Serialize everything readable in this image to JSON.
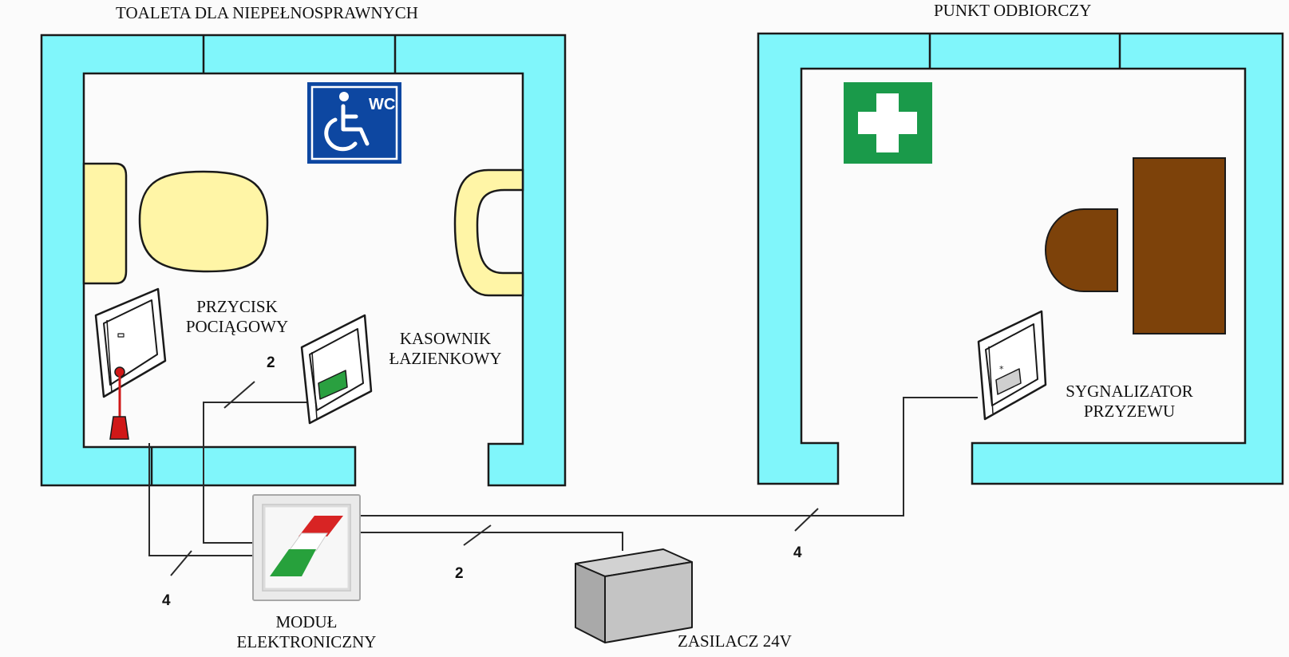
{
  "rooms": {
    "toilet": {
      "title": "TOALETA DLA NIEPEŁNOSPRAWNYCH"
    },
    "reception": {
      "title": "PUNKT ODBIORCZY"
    }
  },
  "signs": {
    "wc": {
      "icon": "wheelchair-icon",
      "text": "WC",
      "color": "#0d47a1"
    },
    "first_aid": {
      "icon": "first-aid-cross-icon",
      "color": "#1a9a4a"
    }
  },
  "devices": {
    "pull_button": {
      "line1": "PRZYCISK",
      "line2": "POCIĄGOWY"
    },
    "reset_button": {
      "line1": "KASOWNIK",
      "line2": "ŁAZIENKOWY"
    },
    "signaller": {
      "line1": "SYGNALIZATOR",
      "line2": "PRZYZEWU"
    },
    "module": {
      "line1": "MODUŁ",
      "line2": "ELEKTRONICZNY"
    },
    "power_supply": {
      "label": "ZASILACZ 24V"
    }
  },
  "wires": {
    "pull_button_to_module": "4",
    "reset_button_to_module": "2",
    "module_to_power": "2",
    "module_to_signaller": "4"
  },
  "colors": {
    "wall": "#80f6fb",
    "toilet_fixture": "#fff5a6",
    "desk": "#7d420a",
    "pull_cord": "#d01818"
  }
}
